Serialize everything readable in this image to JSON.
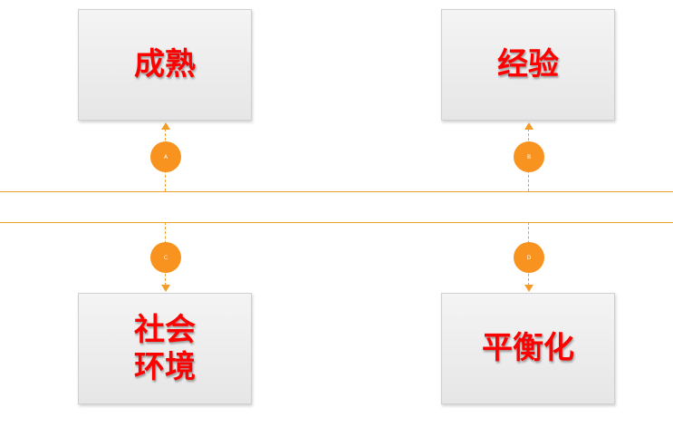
{
  "boxes": {
    "top_left": "成熟",
    "top_right": "经验",
    "bottom_left": "社会\n环境",
    "bottom_right": "平衡化"
  },
  "markers": {
    "a": "A",
    "b": "B",
    "c": "C",
    "d": "D"
  },
  "colors": {
    "accent": "#f7931e",
    "box_text": "#ff0000",
    "line": "#f0a030"
  }
}
